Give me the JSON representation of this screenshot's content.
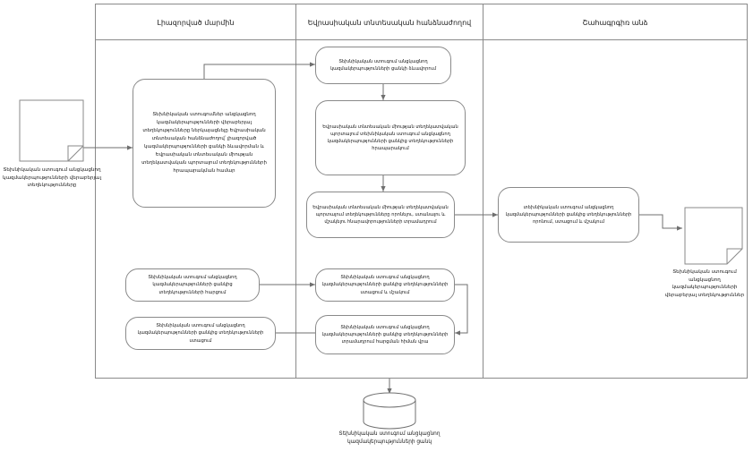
{
  "diagram": {
    "title": "",
    "lanes": [
      {
        "id": "lane-authorized-body",
        "title": "Լիազորված մարմին"
      },
      {
        "id": "lane-eurasian-commission",
        "title": "Եվրասիական տնտեսական հանձնաժողով"
      },
      {
        "id": "lane-interested-person",
        "title": "Շահագրգիռ անձ"
      }
    ],
    "input_document": {
      "name": "input-document",
      "label": "Տեխնիկական ստուգում անցկացնող կազմակերպությունների վերաբերյալ տեղեկությունները"
    },
    "output_document": {
      "name": "output-document",
      "label": "Տեխնիկական ստուգում անցկացնող կազմակերպությունների վերաբերյալ տեղեկություններ"
    },
    "datastore": {
      "name": "datastore-registry",
      "label": "Տեխնիկական ստուգում անցկացնող կազմակերպությունների ցանկ"
    },
    "nodes": [
      {
        "id": "node-submit-info",
        "lane": "lane-authorized-body",
        "label": "Տեխնիկական ստուգումներ անցկացնող կազմակերպությունների վերաբերյալ տեղեկությունները ներկայացնելը Եվրասիական տնտեսական հանձնաժողով՝ լիազորված կազմակերպությունների ցանկի ձևավորման և Եվրասիական տնտեսական միության տեղեկատվական պորտալում տեղեկությունների հրապարակման համար"
      },
      {
        "id": "node-form-list",
        "lane": "lane-eurasian-commission",
        "label": "Տեխնիկական ստուգում անցկացնող կազմակերպությունների ցանկի ձևավորում"
      },
      {
        "id": "node-publish-portal",
        "lane": "lane-eurasian-commission",
        "label": "Եվրասիական տնտեսական միության տեղեկատվական պորտալում տեխնիկական ստուգում անցկացնող կազմակերպությունների ցանկից տեղեկությունների հրապարակում"
      },
      {
        "id": "node-provide-search",
        "lane": "lane-eurasian-commission",
        "label": "Եվրասիական տնտեսական միության տեղեկատվական պորտալում տեղեկությունները որոնելու, ստանալու և մշակելու հնարավորությունների տրամադրում"
      },
      {
        "id": "node-search-receive-process",
        "lane": "lane-interested-person",
        "label": "տեխնիկական ստուգում անցկացնող կազմակերպությունների ցանկից տեղեկությունների որոնում, ստացում և մշակում"
      },
      {
        "id": "node-request-info",
        "lane": "lane-authorized-body",
        "label": "Տեխնիկական ստուգում անցկացնող կազմակերպությունների ցանկից տեղեկությունների հարցում"
      },
      {
        "id": "node-receive-info",
        "lane": "lane-authorized-body",
        "label": "Տեխնիկական ստուգում անցկացնող կազմակերպությունների ցանկից տեղեկությունների ստացում"
      },
      {
        "id": "node-receive-process",
        "lane": "lane-eurasian-commission",
        "label": "Տեխնիկական ստուգում անցկացնող կազմակերպությունների ցանկից տեղեկությունների ստացում և մշակում"
      },
      {
        "id": "node-provide-on-request",
        "lane": "lane-eurasian-commission",
        "label": "Տեխնիկական ստուգում անցկացնող կազմակերպությունների ցանկից տեղեկությունների տրամադրում հարցման հիման վրա"
      }
    ]
  }
}
